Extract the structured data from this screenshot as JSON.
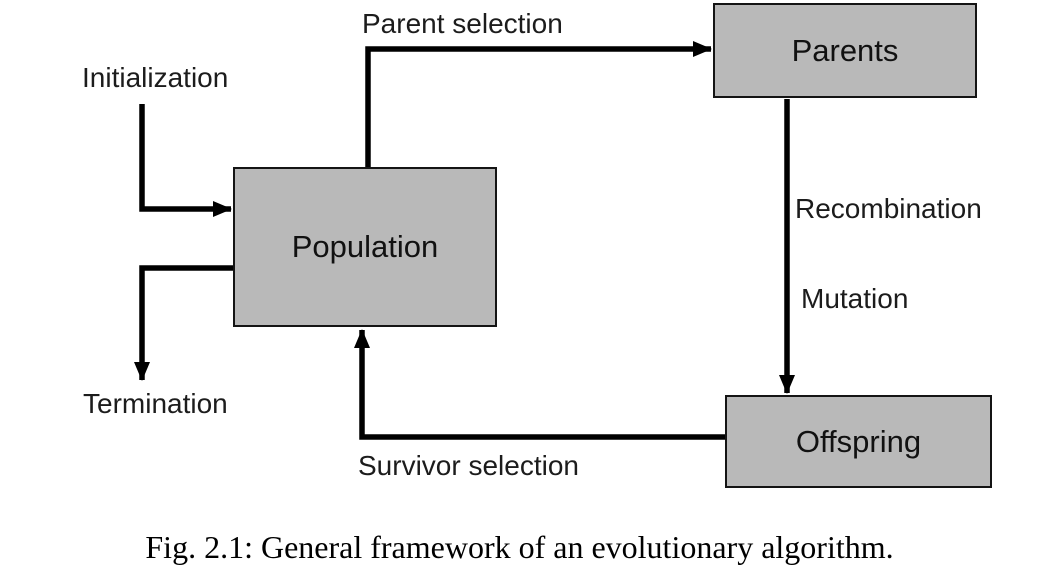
{
  "figure": {
    "caption": "Fig. 2.1: General framework of an evolutionary algorithm."
  },
  "diagram": {
    "type": "flowchart",
    "title": "General framework of an evolutionary algorithm",
    "nodes": [
      {
        "id": "population",
        "label": "Population"
      },
      {
        "id": "parents",
        "label": "Parents"
      },
      {
        "id": "offspring",
        "label": "Offspring"
      }
    ],
    "edge_labels": {
      "initialization": "Initialization",
      "parent_selection": "Parent selection",
      "recombination": "Recombination",
      "mutation": "Mutation",
      "termination": "Termination",
      "survivor_selection": "Survivor selection"
    },
    "edges": [
      {
        "from": "start",
        "to": "population",
        "label": "Initialization"
      },
      {
        "from": "population",
        "to": "parents",
        "label": "Parent selection"
      },
      {
        "from": "parents",
        "to": "offspring",
        "label": "Recombination, Mutation"
      },
      {
        "from": "offspring",
        "to": "population",
        "label": "Survivor selection"
      },
      {
        "from": "population",
        "to": "end",
        "label": "Termination"
      }
    ],
    "colors": {
      "node_fill": "#b9b9b9",
      "node_border": "#141414",
      "arrow": "#000000",
      "label_text": "#1c1c1c",
      "background": "#ffffff"
    }
  }
}
